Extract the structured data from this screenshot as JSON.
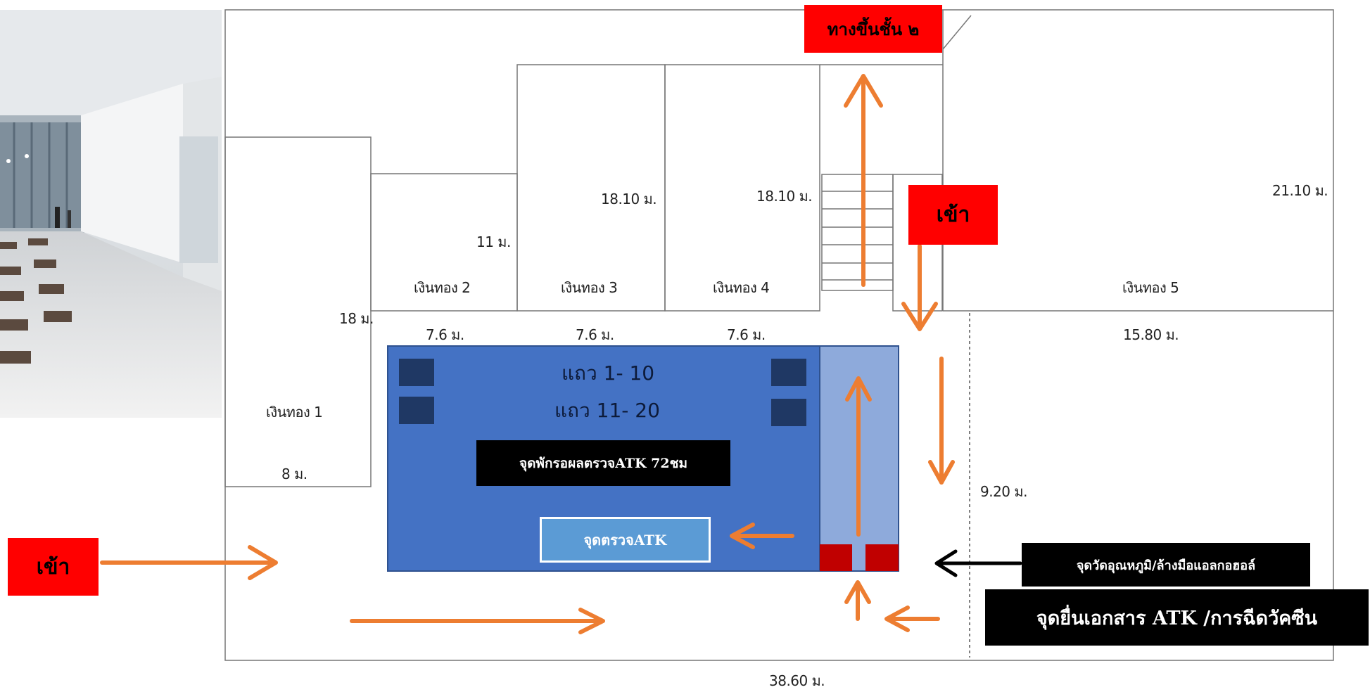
{
  "rooms": {
    "room1": "เงินทอง 1",
    "room2": "เงินทอง 2",
    "room3": "เงินทอง 3",
    "room4": "เงินทอง 4",
    "room5": "เงินทอง 5"
  },
  "dimensions": {
    "d18": "18 ม.",
    "d11": "11 ม.",
    "d1810a": "18.10 ม.",
    "d1810b": "18.10 ม.",
    "d2110": "21.10 ม.",
    "d76a": "7.6 ม.",
    "d76b": "7.6 ม.",
    "d76c": "7.6 ม.",
    "d1580": "15.80 ม.",
    "d8": "8 ม.",
    "d920": "9.20 ม.",
    "d3860": "38.60 ม."
  },
  "labels": {
    "stairs_up": "ทางขึ้นชั้น ๒",
    "entrance_right": "เข้า",
    "entrance_left": "เข้า",
    "queue_1_10": "แถว 1- 10",
    "queue_11_20": "แถว 11- 20",
    "waiting_area": "จุดพักรอผลตรวจATK 72ชม",
    "atk_test_point": "จุดตรวจATK",
    "temp_check": "จุดวัดอุณหภูมิ/ล้างมือแอลกอฮอล์",
    "documents_point": "จุดยื่นเอกสาร ATK /การฉีดวัคซีน"
  },
  "colors": {
    "hall_blue": "#4472c4",
    "lane_blue": "#8eaadb",
    "queue_marker": "#1f3864",
    "arrow_orange": "#ed7d31",
    "label_red": "#ff0000",
    "check_red": "#c00000",
    "atk_box": "#5b9bd5"
  }
}
